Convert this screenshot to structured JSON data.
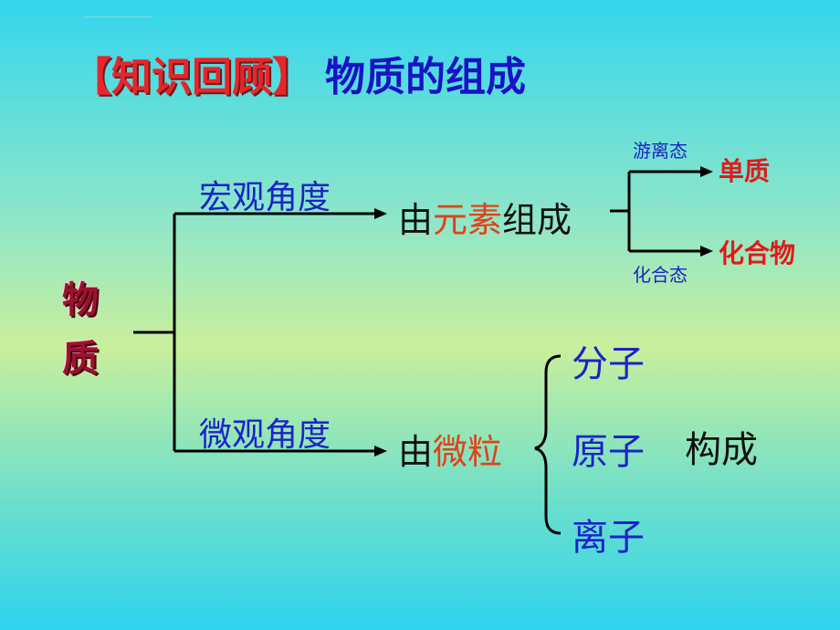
{
  "title": {
    "tag": "【知识回顾】",
    "main": "物质的组成"
  },
  "root": [
    "物",
    "质"
  ],
  "branches": {
    "macro": {
      "label": "宏观角度",
      "you": "由",
      "element": "元素",
      "compose": "组成"
    },
    "micro": {
      "label": "微观角度",
      "you": "由",
      "particle": "微粒"
    }
  },
  "element_states": {
    "free": {
      "state": "游离态",
      "result": "单质"
    },
    "combined": {
      "state": "化合态",
      "result": "化合物"
    }
  },
  "particles": [
    "分子",
    "原子",
    "离子"
  ],
  "particles_suffix": "构成"
}
